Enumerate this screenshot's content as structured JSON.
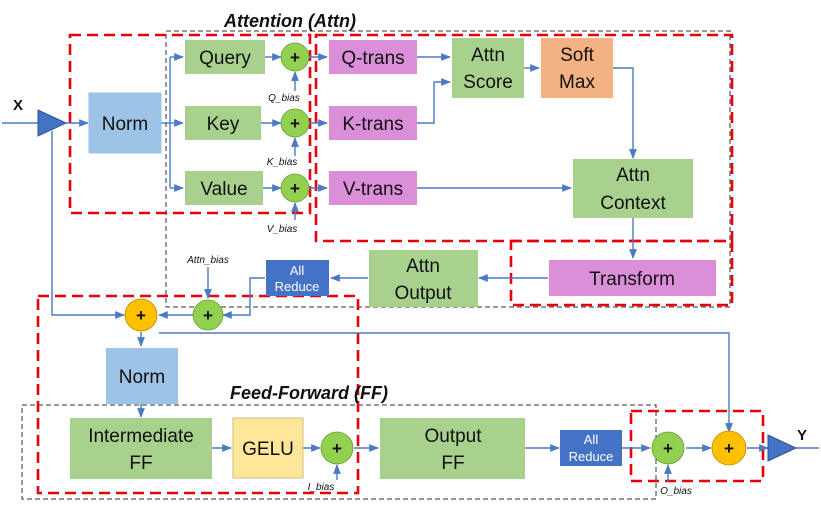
{
  "titles": {
    "attention": "Attention (Attn)",
    "feed_forward": "Feed-Forward (FF)"
  },
  "io": {
    "input": "X",
    "output": "Y"
  },
  "blocks": {
    "norm_top": "Norm",
    "query": "Query",
    "key": "Key",
    "value": "Value",
    "q_trans": "Q-trans",
    "k_trans": "K-trans",
    "v_trans": "V-trans",
    "attn_score": [
      "Attn",
      "Score"
    ],
    "softmax": [
      "Soft",
      "Max"
    ],
    "attn_context": [
      "Attn",
      "Context"
    ],
    "transform": "Transform",
    "attn_output": [
      "Attn",
      "Output"
    ],
    "all_reduce_attn": [
      "All",
      "Reduce"
    ],
    "norm_ff": "Norm",
    "intermediate_ff": [
      "Intermediate",
      "FF"
    ],
    "gelu": "GELU",
    "output_ff": [
      "Output",
      "FF"
    ],
    "all_reduce_ff": [
      "All",
      "Reduce"
    ]
  },
  "biases": {
    "q": "Q_bias",
    "k": "K_bias",
    "v": "V_bias",
    "attn": "Attn_bias",
    "i": "I_bias",
    "o": "O_bias"
  },
  "plus_symbol": "+",
  "colors": {
    "green": "#a9d18e",
    "blue": "#9dc3e6",
    "pink": "#da8fd8",
    "orange": "#f4b183",
    "yellow": "#ffe699",
    "dark_blue": "#4472c4",
    "adder_green": "#92d050",
    "adder_orange": "#ffc000",
    "dash_red": "#e8000b",
    "wire": "#4a7ac4"
  }
}
